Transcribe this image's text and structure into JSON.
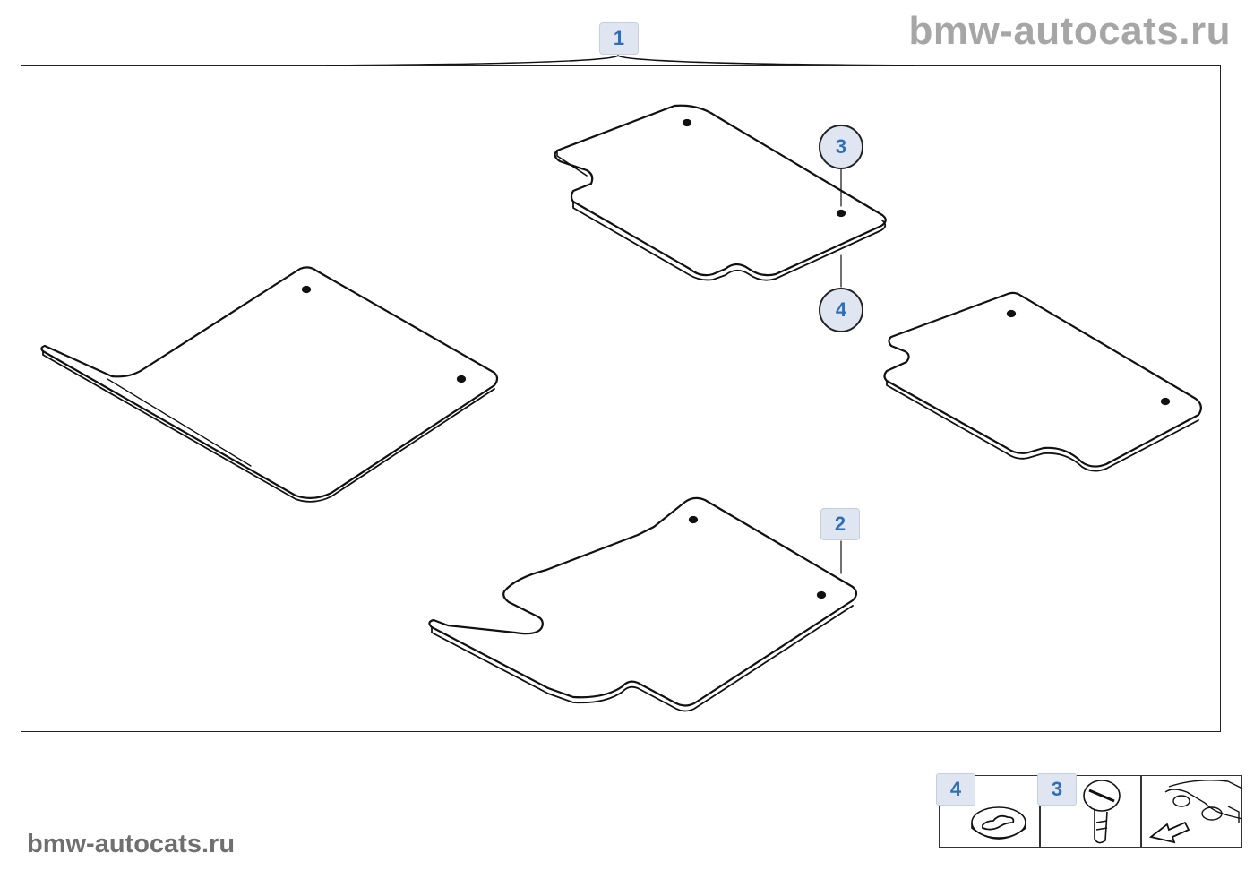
{
  "watermark": {
    "top": "bmw-autocats.ru",
    "bottom": "bmw-autocats.ru"
  },
  "callouts": {
    "part_1": "1",
    "part_2": "2",
    "part_3": "3",
    "part_4": "4"
  },
  "thumbnails": [
    {
      "label": "4",
      "icon": "clip-grommet-icon"
    },
    {
      "label": "3",
      "icon": "fastener-stud-icon"
    },
    {
      "label": "",
      "icon": "vehicle-front-arrow-icon"
    }
  ]
}
